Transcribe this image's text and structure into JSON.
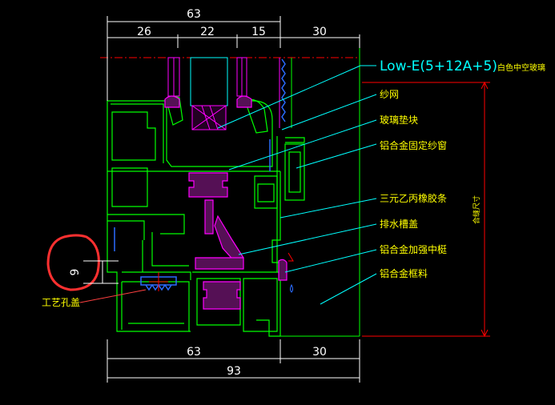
{
  "dimensions": {
    "top_total": "63",
    "top_segments": [
      "26",
      "22",
      "15",
      "30"
    ],
    "bottom_inner": "63",
    "bottom_right": "30",
    "bottom_total": "93",
    "hole_dim": "9"
  },
  "callouts": [
    {
      "id": "glass",
      "label": "Low-E(5+12A+5)",
      "suffix": "白色中空玻璃"
    },
    {
      "id": "screen",
      "label": "纱网"
    },
    {
      "id": "glazing-bead",
      "label": "玻璃垫块"
    },
    {
      "id": "fixed-screen",
      "label": "铝合金固定纱窗"
    },
    {
      "id": "epdm",
      "label": "三元乙丙橡胶条"
    },
    {
      "id": "drain-cap",
      "label": "排水槽盖"
    },
    {
      "id": "mullion",
      "label": "铝合金加强中梃"
    },
    {
      "id": "frame",
      "label": "铝合金框料"
    }
  ],
  "vertical_label": "合缝尺寸",
  "hole_cover_label": "工艺孔盖",
  "colors": {
    "background": "#000000",
    "profile": "#00ff00",
    "dimension": "#ffffff",
    "callout_line": "#00ffff",
    "callout_text": "#ffff00",
    "rubber": "#ff00ff",
    "red": "#ff0000",
    "glass": "#ff00ff",
    "blue": "#2a6bff"
  }
}
